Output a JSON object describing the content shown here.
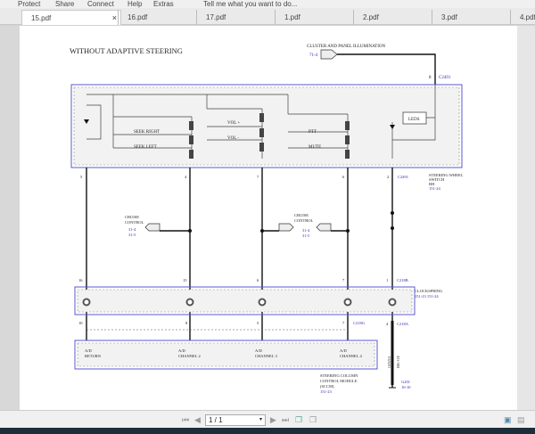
{
  "menu": [
    "Protect",
    "Share",
    "Connect",
    "Help",
    "Extras"
  ],
  "tell_me": "Tell me what you want to do...",
  "tabs": [
    {
      "label": "15.pdf",
      "active": true
    },
    {
      "label": "16.pdf"
    },
    {
      "label": "17.pdf"
    },
    {
      "label": "1.pdf"
    },
    {
      "label": "2.pdf"
    },
    {
      "label": "3.pdf"
    },
    {
      "label": "4.pdf"
    }
  ],
  "diagram": {
    "title": "WITHOUT ADAPTIVE STEERING",
    "cluster_label": "CLUSTER AND PANEL ILLUMINATION",
    "cluster_ref": "71-4",
    "c2491": "C2491",
    "pin8": "8",
    "switches": [
      "SEEK RIGHT",
      "SEEK LEFT",
      "VOL +",
      "VOL -",
      "PTT",
      "MUTE"
    ],
    "leds": "LEDS",
    "swr_pins": [
      "5",
      "4",
      "7",
      "6",
      "2"
    ],
    "swr_label": [
      "STEERING WHEEL",
      "SWITCH",
      "RH",
      "151-24"
    ],
    "cruise1": {
      "label": [
        "CRUISE",
        "CONTROL"
      ],
      "refs": [
        "31-4",
        "31-5"
      ]
    },
    "cruise2": {
      "label": [
        "CRUISE",
        "CONTROL"
      ],
      "refs": [
        "31-4",
        "31-5"
      ]
    },
    "c218b_pins": [
      "16",
      "15",
      "6",
      "7",
      "1"
    ],
    "c218b": "C218B",
    "clockspring": [
      "CLOCKSPRING",
      "151-23  151-24"
    ],
    "c218a_pins": [
      "10",
      "8",
      "5",
      "7",
      "4"
    ],
    "c218g": "C218G",
    "c218a": "C218A",
    "sccm_inputs": [
      [
        "A/D",
        "RETURN"
      ],
      [
        "A/D",
        "CHANNEL 2"
      ],
      [
        "A/D",
        "CHANNEL 3"
      ],
      [
        "A/D",
        "CHANNEL 4"
      ]
    ],
    "sccm_label": [
      "STEERING COLUMN",
      "CONTROL MODULE",
      "(SCCM)",
      "151-23"
    ],
    "wire": [
      "GD215",
      "BK-GY"
    ],
    "ground": [
      "G201",
      "10-10"
    ]
  },
  "toolbar": {
    "page": "1 / 1"
  },
  "colors": {
    "ref_blue": "#2a2ab0",
    "box_border": "#5a5ad0"
  }
}
